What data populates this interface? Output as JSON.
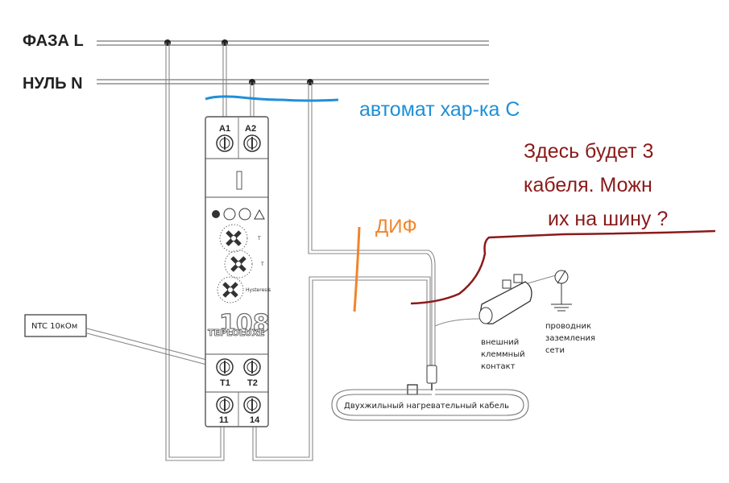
{
  "bus": {
    "phase_label": "ФАЗА L",
    "neutral_label": "НУЛЬ N"
  },
  "annotations": {
    "breaker": "автомат хар-ка С",
    "cables_line1": "Здесь будет 3",
    "cables_line2": "кабеля. Можн",
    "cables_line3": "их на шину ?",
    "rcd": "ДИФ"
  },
  "device": {
    "terminal_a1": "A1",
    "terminal_a2": "A2",
    "terminal_t1": "T1",
    "terminal_t2": "T2",
    "terminal_11": "11",
    "terminal_14": "14",
    "brand": "TEPLOLUXE",
    "model": "108",
    "dial1_label": "T",
    "dial2_label": "T",
    "dial3_label": "Hysteresis"
  },
  "sensor": {
    "label": "NTC 10кОм"
  },
  "ground": {
    "contact_line1": "внешний",
    "contact_line2": "клеммный",
    "contact_line3": "контакт",
    "conductor_line1": "проводник",
    "conductor_line2": "заземления",
    "conductor_line3": "сети"
  },
  "heating_cable": {
    "label": "Двухжильный нагревательный кабель"
  },
  "colors": {
    "wire": "#777777",
    "breaker_annotation": "#1f8fd8",
    "question_annotation": "#8b1a1a",
    "rcd_annotation": "#f0852a"
  }
}
